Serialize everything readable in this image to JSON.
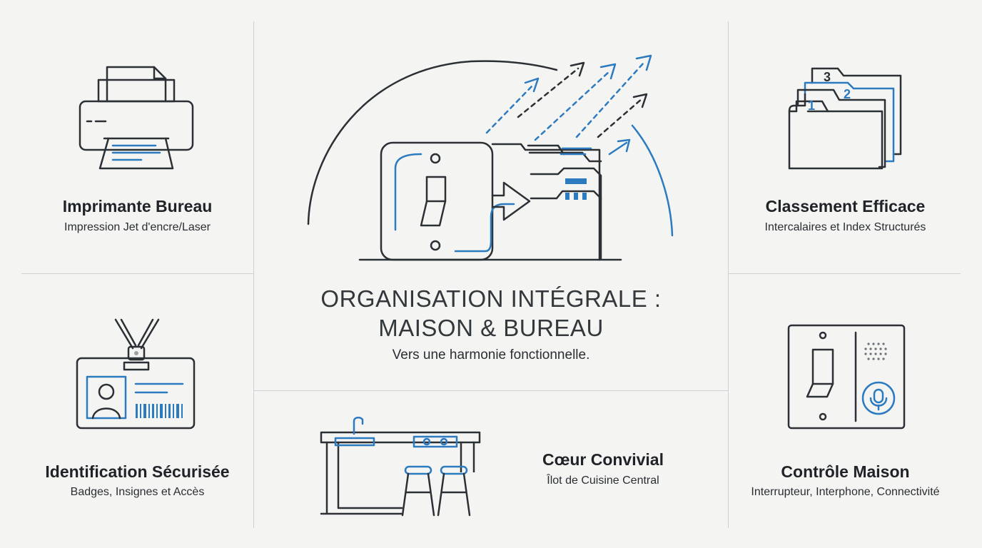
{
  "center": {
    "title_line1": "ORGANISATION INTÉGRALE :",
    "title_line2": "MAISON & BUREAU",
    "subtitle": "Vers une harmonie fonctionnelle."
  },
  "cards": {
    "printer": {
      "title": "Imprimante Bureau",
      "subtitle": "Impression Jet d'encre/Laser"
    },
    "filing": {
      "title": "Classement Efficace",
      "subtitle": "Intercalaires et Index Structurés"
    },
    "badge": {
      "title": "Identification Sécurisée",
      "subtitle": "Badges, Insignes et Accès"
    },
    "home_control": {
      "title": "Contrôle Maison",
      "subtitle": "Interrupteur, Interphone, Connectivité"
    },
    "kitchen": {
      "title": "Cœur Convivial",
      "subtitle": "Îlot de Cuisine Central"
    }
  },
  "folder_tabs": {
    "tab1": "1",
    "tab2": "2",
    "tab3": "3"
  },
  "colors": {
    "accent": "#2c7ac0",
    "ink": "#2b3035",
    "background": "#f4f4f2"
  }
}
